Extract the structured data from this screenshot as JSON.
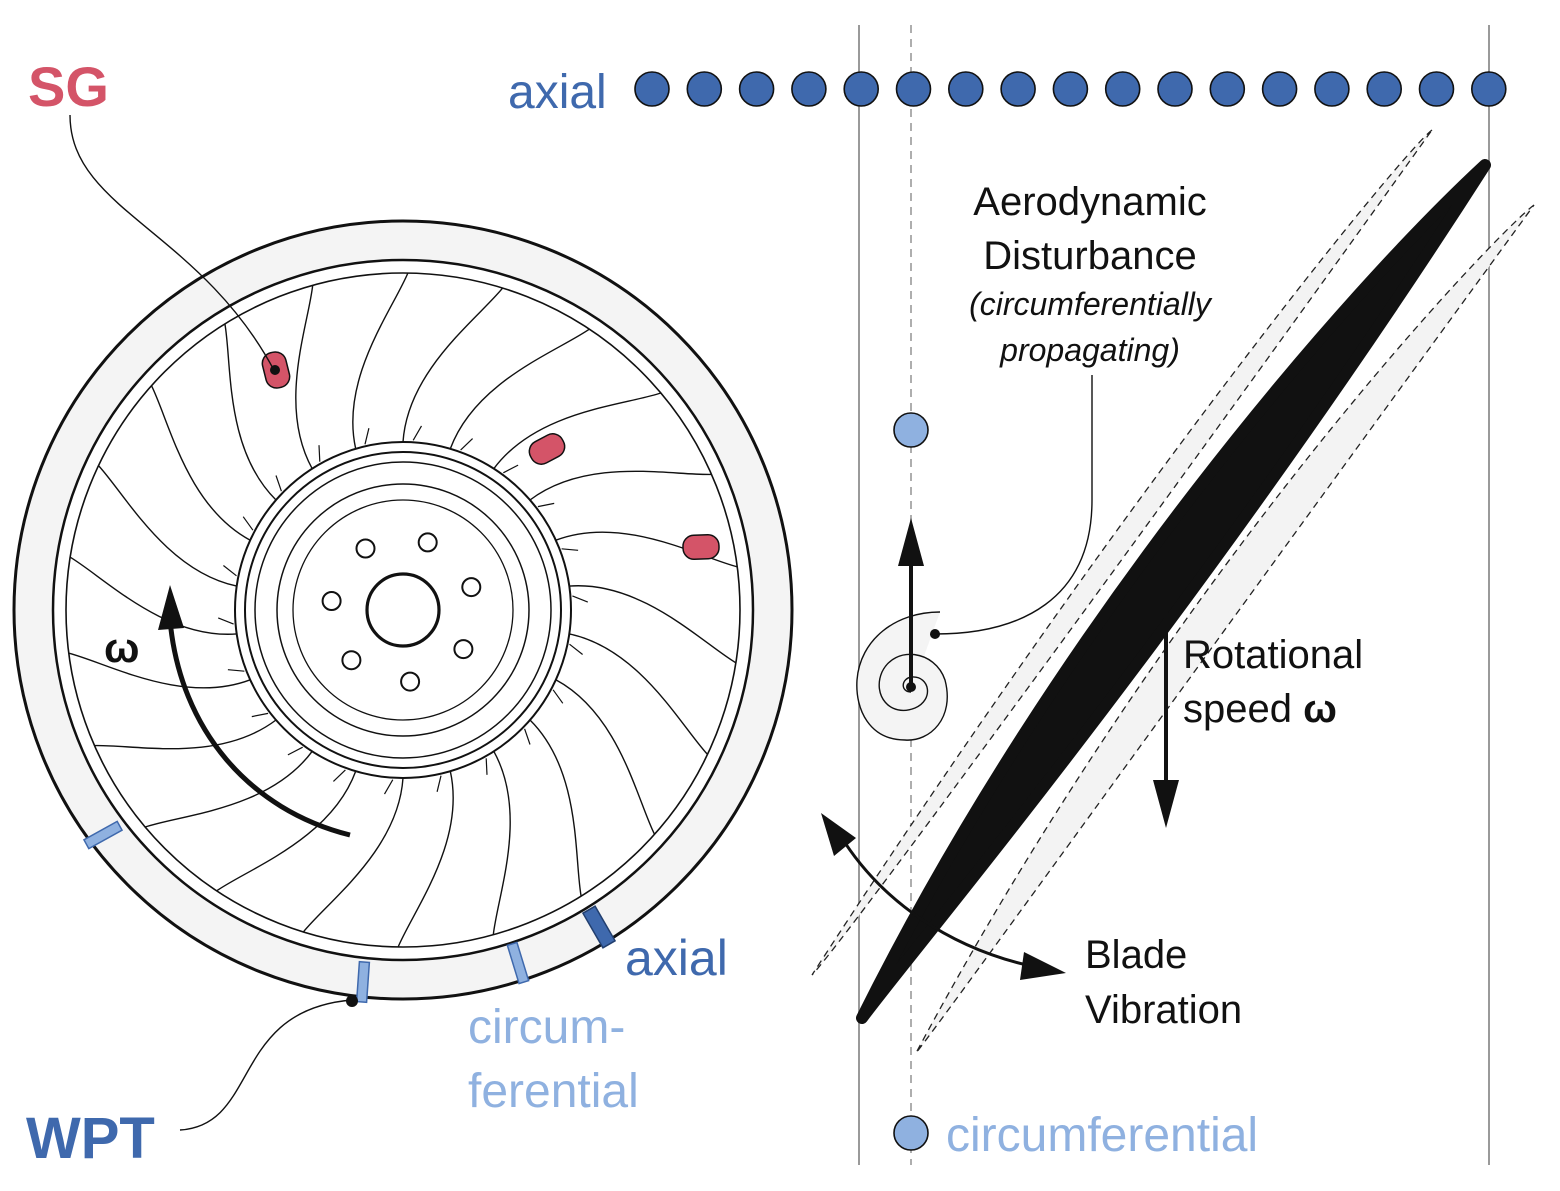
{
  "colors": {
    "sg": "#d45468",
    "axial": "#3f69ad",
    "circumferential": "#8fb1e0",
    "ink": "#111111",
    "light_fill": "#f4f4f4",
    "guide_line": "#9a9a9a"
  },
  "labels": {
    "sg": "SG",
    "wpt": "WPT",
    "omega": "ω",
    "axial_bottom": "axial",
    "circum_line1": "circum-",
    "circum_line2": "ferential",
    "axial_top": "axial",
    "disturbance_line1": "Aerodynamic",
    "disturbance_line2": "Disturbance",
    "disturbance_line3": "(circumferentially",
    "disturbance_line4": "propagating)",
    "rotational_line1": "Rotational",
    "rotational_line2": "speed",
    "blade_line1": "Blade",
    "blade_line2": "Vibration",
    "circumferential_bottom": "circumferential"
  },
  "icons": {
    "axial_probe_marker": "filled-circle",
    "circumferential_probe_marker": "filled-circle",
    "disturbance_symbol": "spiral-icon"
  }
}
